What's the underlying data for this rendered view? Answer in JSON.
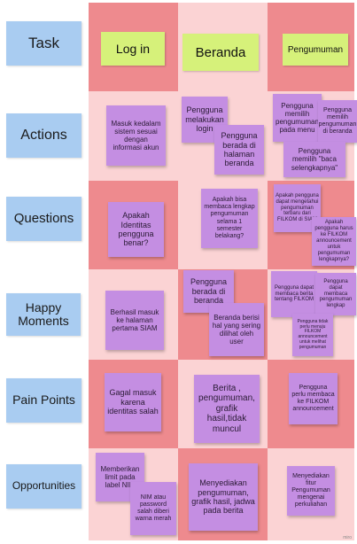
{
  "rows": [
    {
      "id": "task",
      "label": "Task"
    },
    {
      "id": "actions",
      "label": "Actions"
    },
    {
      "id": "questions",
      "label": "Questions"
    },
    {
      "id": "happy",
      "label": "Happy Moments"
    },
    {
      "id": "pain",
      "label": "Pain Points"
    },
    {
      "id": "opportunities",
      "label": "Opportunities"
    }
  ],
  "tasks": [
    "Log in",
    "Beranda",
    "Pengumuman"
  ],
  "notes": {
    "actions": [
      "Masuk kedalam sistem sesuai dengan informasi akun",
      "Pengguna melakukan login",
      "Pengguna berada di halaman beranda",
      "Pengguna memilih pengumuman pada menu",
      "Pengguna memilih pengumuman di beranda",
      "Pengguna memilih \"baca selengkapnya\""
    ],
    "questions": [
      "Apakah Identitas pengguna benar?",
      "Apakah bisa membaca lengkap pengumuman selama 1 semester belakang?",
      "Apakah pengguna dapat mengetahui pengumuman terbaru dari FILKOM di SIAM",
      "Apakah pengguna harus ke FILKOM announcement untuk pengumuman lengkapnya?"
    ],
    "happy": [
      "Berhasil masuk ke halaman pertama SIAM",
      "Pengguna berada di beranda",
      "Beranda berisi hal yang sering dilihat oleh user",
      "Pengguna dapat membaca berita tentang FILKOM",
      "Pengguna dapat membaca pengumuman lengkap",
      "Pengguna tidak perlu menuju FILKOM announcement untuk melihat pengumuman"
    ],
    "pain": [
      "Gagal masuk karena identitas salah",
      "Berita , pengumuman, grafik hasil,tidak muncul",
      "Pengguna perlu membaca ke FILKOM announcement"
    ],
    "opportunities": [
      "Memberikan limit pada label NIM",
      "NIM atau password salah diberi warna merah",
      "Menyediakan pengumuman, grafik hasil, jadwa pada berita",
      "Menyediakan fitur Pengumuman mengenai perkuliahan"
    ]
  },
  "watermark": "miro",
  "colors": {
    "dark_cell": "#ee8a8e",
    "light_cell": "#fbd3d4",
    "row_label": "#a9ccf1",
    "task_note": "#d6f17a",
    "sticky_note": "#c48ee2"
  }
}
